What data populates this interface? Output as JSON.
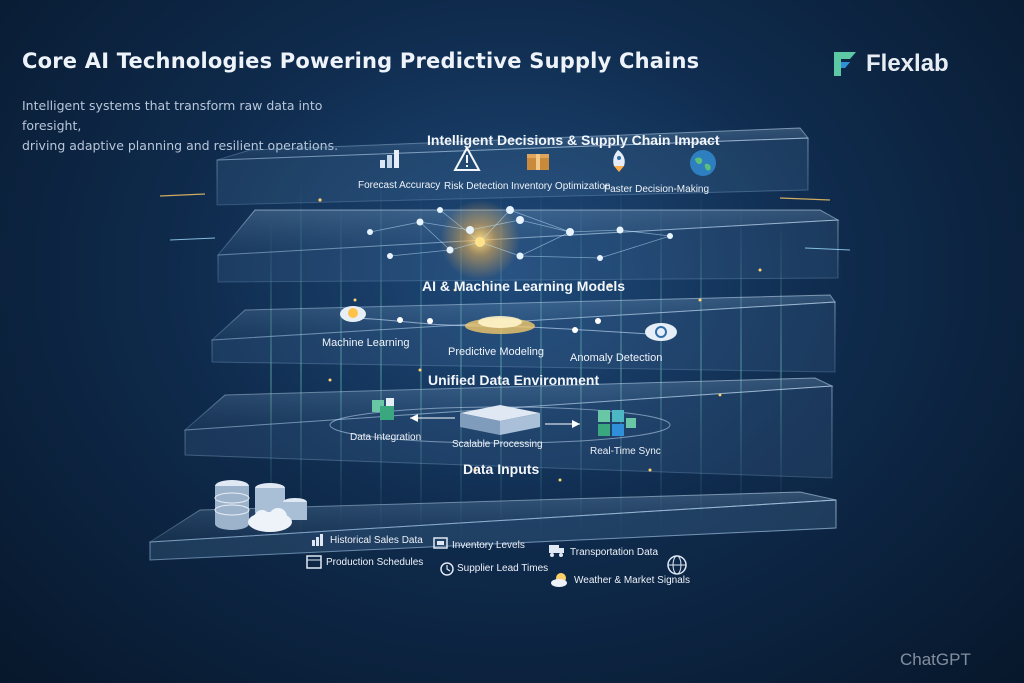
{
  "header": {
    "title": "Core AI Technologies Powering Predictive Supply Chains",
    "subtitle_line1": "Intelligent systems that transform raw data into foresight,",
    "subtitle_line2": "driving adaptive planning and resilient operations."
  },
  "brand": {
    "name": "Flexlab",
    "colors": [
      "#6ad0a8",
      "#2f8fd8"
    ]
  },
  "watermark": "ChatGPT",
  "layers": {
    "decisions": {
      "title": "Intelligent Decisions & Supply Chain Impact",
      "items": [
        "Forecast Accuracy",
        "Risk Detection",
        "Inventory Optimization",
        "Faster Decision-Making"
      ]
    },
    "models": {
      "title": "AI & Machine Learning Models",
      "items": [
        "Machine Learning",
        "Predictive Modeling",
        "Anomaly Detection"
      ]
    },
    "environment": {
      "title": "Unified Data Environment",
      "items": [
        "Data Integration",
        "Scalable Processing",
        "Real-Time Sync"
      ]
    },
    "inputs": {
      "title": "Data Inputs",
      "items": [
        "Historical Sales Data",
        "Inventory Levels",
        "Transportation Data",
        "Production Schedules",
        "Supplier Lead Times",
        "Weather & Market Signals"
      ]
    }
  },
  "icons": [
    "bar-chart-icon",
    "warning-icon",
    "boxes-icon",
    "rocket-icon",
    "globe-icon",
    "cloud-icon",
    "server-icon",
    "database-icon",
    "truck-icon",
    "calendar-icon",
    "clock-icon",
    "weather-icon"
  ]
}
